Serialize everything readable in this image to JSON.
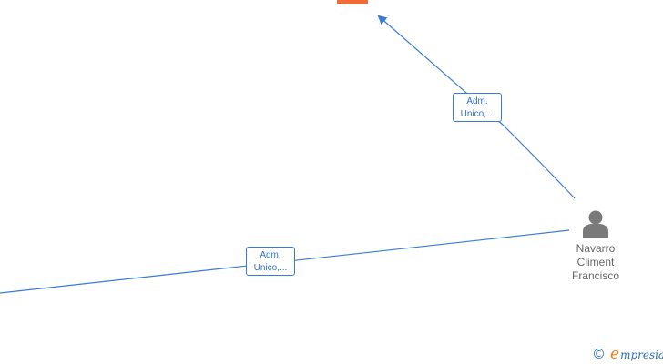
{
  "nodes": {
    "company": {
      "icon": "building-icon",
      "color": "#f26a35"
    },
    "person": {
      "icon": "person-icon",
      "name_lines": [
        "Navarro",
        "Climent",
        "Francisco"
      ],
      "icon_color": "#7a7a7a"
    }
  },
  "edges": [
    {
      "label_lines": [
        "Adm.",
        "Unico,..."
      ]
    },
    {
      "label_lines": [
        "Adm.",
        "Unico,..."
      ]
    }
  ],
  "colors": {
    "edge": "#3a7bd5",
    "label_text": "#2f6fd0",
    "watermark": "#2a6cb5",
    "watermark_accent": "#f07c1a"
  },
  "watermark": {
    "symbol": "©",
    "brand_initial": "e",
    "brand_rest": "mpresia"
  }
}
